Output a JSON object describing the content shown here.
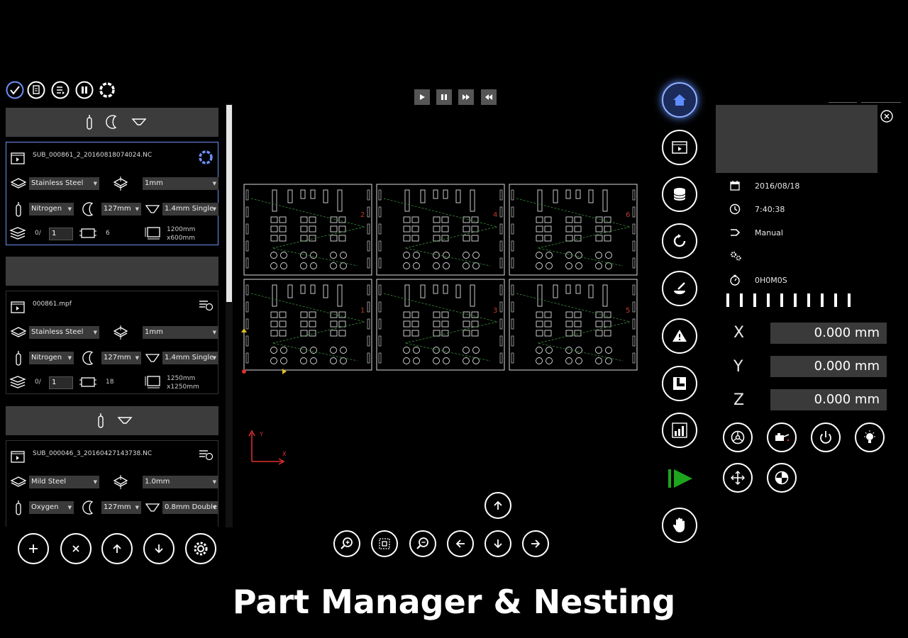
{
  "playback": {
    "buttons": [
      "play-icon",
      "pause-icon",
      "fast-forward-icon",
      "rewind-icon"
    ]
  },
  "jobs": [
    {
      "file": "SUB_000861_2_20160818074024.NC",
      "material": "Stainless Steel",
      "thickness": "1mm",
      "gas": "Nitrogen",
      "focal": "127mm",
      "nozzle": "1.4mm Single",
      "qty_prefix": "0/",
      "qty": "1",
      "parts": "6",
      "sheet_w": "1200mm",
      "sheet_h": "x600mm"
    },
    {
      "file": "000861.mpf",
      "material": "Stainless Steel",
      "thickness": "1mm",
      "gas": "Nitrogen",
      "focal": "127mm",
      "nozzle": "1.4mm Single",
      "qty_prefix": "0/",
      "qty": "1",
      "parts": "18",
      "sheet_w": "1250mm",
      "sheet_h": "x1250mm"
    },
    {
      "file": "SUB_000046_3_20160427143738.NC",
      "material": "Mild Steel",
      "thickness": "1.0mm",
      "gas": "Oxygen",
      "focal": "127mm",
      "nozzle": "0.8mm Double"
    }
  ],
  "nest": {
    "part_numbers": [
      "2",
      "4",
      "6",
      "1",
      "3",
      "5"
    ],
    "axis_x": "X",
    "axis_y": "Y"
  },
  "status": {
    "date": "2016/08/18",
    "time": "7:40:38",
    "mode": "Manual",
    "elapsed": "0H0M0S"
  },
  "coords": {
    "x_label": "X",
    "x_value": "0.000 mm",
    "y_label": "Y",
    "y_value": "0.000 mm",
    "z_label": "Z",
    "z_value": "0.000 mm"
  },
  "caption": "Part Manager & Nesting",
  "colors": {
    "accent": "#6d8ff5",
    "start": "#1ea51e",
    "panel": "#3c3c3c"
  }
}
